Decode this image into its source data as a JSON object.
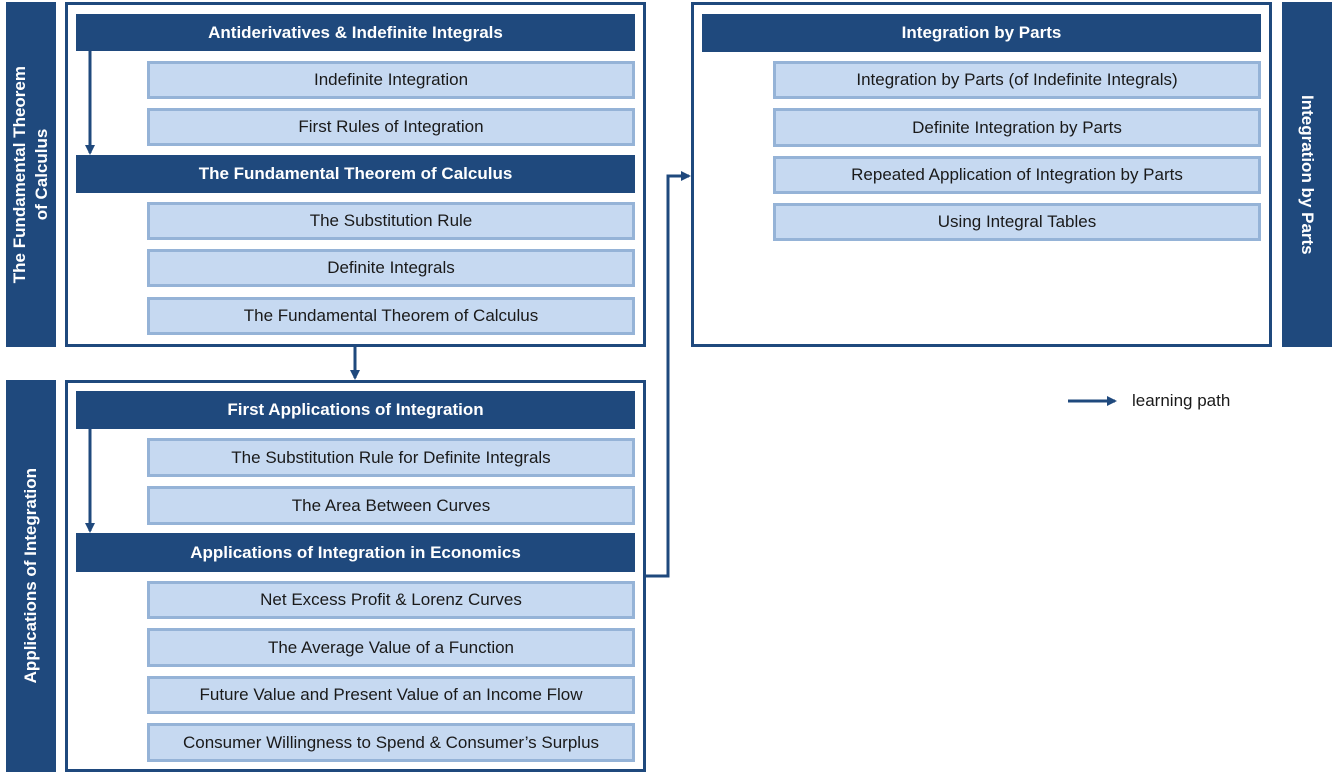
{
  "colors": {
    "dark_blue": "#1f497d",
    "light_blue": "#c6d9f1",
    "item_border": "#95b3d7"
  },
  "sections": {
    "ftc": {
      "side_label_line1": "The Fundamental Theorem",
      "side_label_line2": "of Calculus",
      "groups": [
        {
          "header": "Antiderivatives & Indefinite Integrals",
          "items": [
            "Indefinite Integration",
            "First Rules of Integration"
          ]
        },
        {
          "header": "The Fundamental Theorem of Calculus",
          "items": [
            "The Substitution Rule",
            "Definite Integrals",
            "The Fundamental Theorem of Calculus"
          ]
        }
      ]
    },
    "apps": {
      "side_label": "Applications of Integration",
      "groups": [
        {
          "header": "First Applications of Integration",
          "items": [
            "The Substitution Rule for Definite Integrals",
            "The Area Between  Curves"
          ]
        },
        {
          "header": "Applications of Integration in Economics",
          "items": [
            "Net Excess Profit & Lorenz Curves",
            "The Average Value of a Function",
            "Future Value and Present Value of an Income Flow",
            "Consumer Willingness to Spend & Consumer’s Surplus"
          ]
        }
      ]
    },
    "ibp": {
      "side_label": "Integration by Parts",
      "groups": [
        {
          "header": "Integration by Parts",
          "items": [
            "Integration by Parts (of Indefinite Integrals)",
            "Definite Integration by Parts",
            "Repeated Application of Integration by Parts",
            "Using Integral Tables"
          ]
        }
      ]
    }
  },
  "legend": {
    "label": "learning path",
    "icon": "arrow-right-icon"
  }
}
